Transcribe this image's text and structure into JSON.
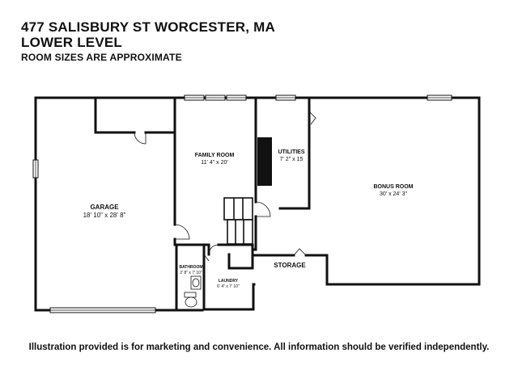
{
  "header": {
    "address": "477 SALISBURY ST WORCESTER, MA",
    "level": "LOWER LEVEL",
    "note": "ROOM SIZES ARE APPROXIMATE"
  },
  "rooms": {
    "garage": {
      "name": "GARAGE",
      "dims": "18' 10\" x 28' 8\""
    },
    "family_room": {
      "name": "FAMILY ROOM",
      "dims": "11' 4\" x 20'"
    },
    "utilities": {
      "name": "UTILITIES",
      "dims": "7' 2\" x 15"
    },
    "bonus_room": {
      "name": "BONUS ROOM",
      "dims": "30' x 24' 3\""
    },
    "storage": {
      "name": "STORAGE"
    },
    "bathroom": {
      "name": "BATHROOM",
      "dims": "2' 8\" x 7' 10\""
    },
    "laundry": {
      "name": "LAUNDRY",
      "dims": "6' 4\" x 7' 10\""
    }
  },
  "footer": {
    "disclaimer": "Illustration provided is for marketing and convenience. All information should be verified independently."
  }
}
